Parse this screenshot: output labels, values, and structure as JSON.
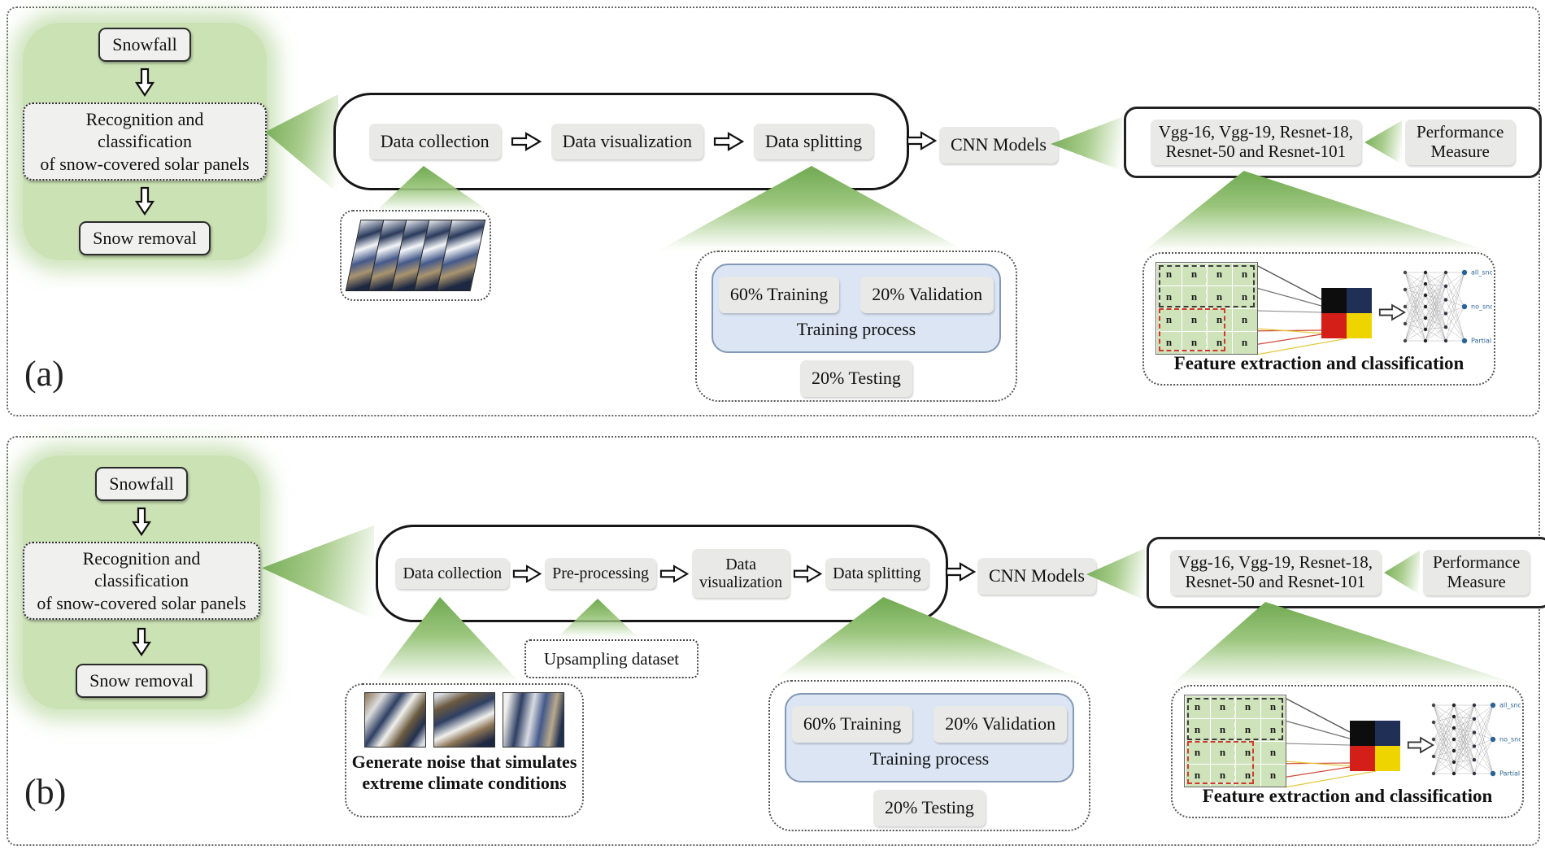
{
  "figure": {
    "grid_letter": "n",
    "nn_labels": [
      "all_snow",
      "no_snow",
      "Partial"
    ],
    "colors": {
      "wedge_green": "#76ad57",
      "overview_green": "#cbe2b4",
      "process_blue": "#dbe5f3",
      "square_colors": [
        "#0d0d0d",
        "#1f2f55",
        "#d31f17",
        "#efd500"
      ]
    }
  },
  "panel_a": {
    "label": "(a)",
    "overview": {
      "top": "Snowfall",
      "middle": "Recognition and classification\nof snow-covered solar panels",
      "bottom": "Snow removal"
    },
    "pipeline": {
      "steps": [
        "Data collection",
        "Data visualization",
        "Data splitting"
      ]
    },
    "cnn_label": "CNN Models",
    "models_label": "Vgg-16, Vgg-19, Resnet-18,\nResnet-50 and Resnet-101",
    "performance_label": "Performance\nMeasure",
    "split": {
      "training": "60% Training",
      "validation": "20% Validation",
      "process": "Training process",
      "testing": "20% Testing"
    },
    "feature_caption": "Feature extraction and classification"
  },
  "panel_b": {
    "label": "(b)",
    "overview": {
      "top": "Snowfall",
      "middle": "Recognition and classification\nof snow-covered solar panels",
      "bottom": "Snow removal"
    },
    "pipeline": {
      "steps": [
        "Data collection",
        "Pre-processing",
        "Data\nvisualization",
        "Data splitting"
      ]
    },
    "upsampling_label": "Upsampling dataset",
    "noise_caption": "Generate noise that simulates\nextreme climate conditions",
    "cnn_label": "CNN Models",
    "models_label": "Vgg-16, Vgg-19, Resnet-18,\nResnet-50 and Resnet-101",
    "performance_label": "Performance\nMeasure",
    "split": {
      "training": "60% Training",
      "validation": "20% Validation",
      "process": "Training process",
      "testing": "20% Testing"
    },
    "feature_caption": "Feature extraction and classification"
  }
}
